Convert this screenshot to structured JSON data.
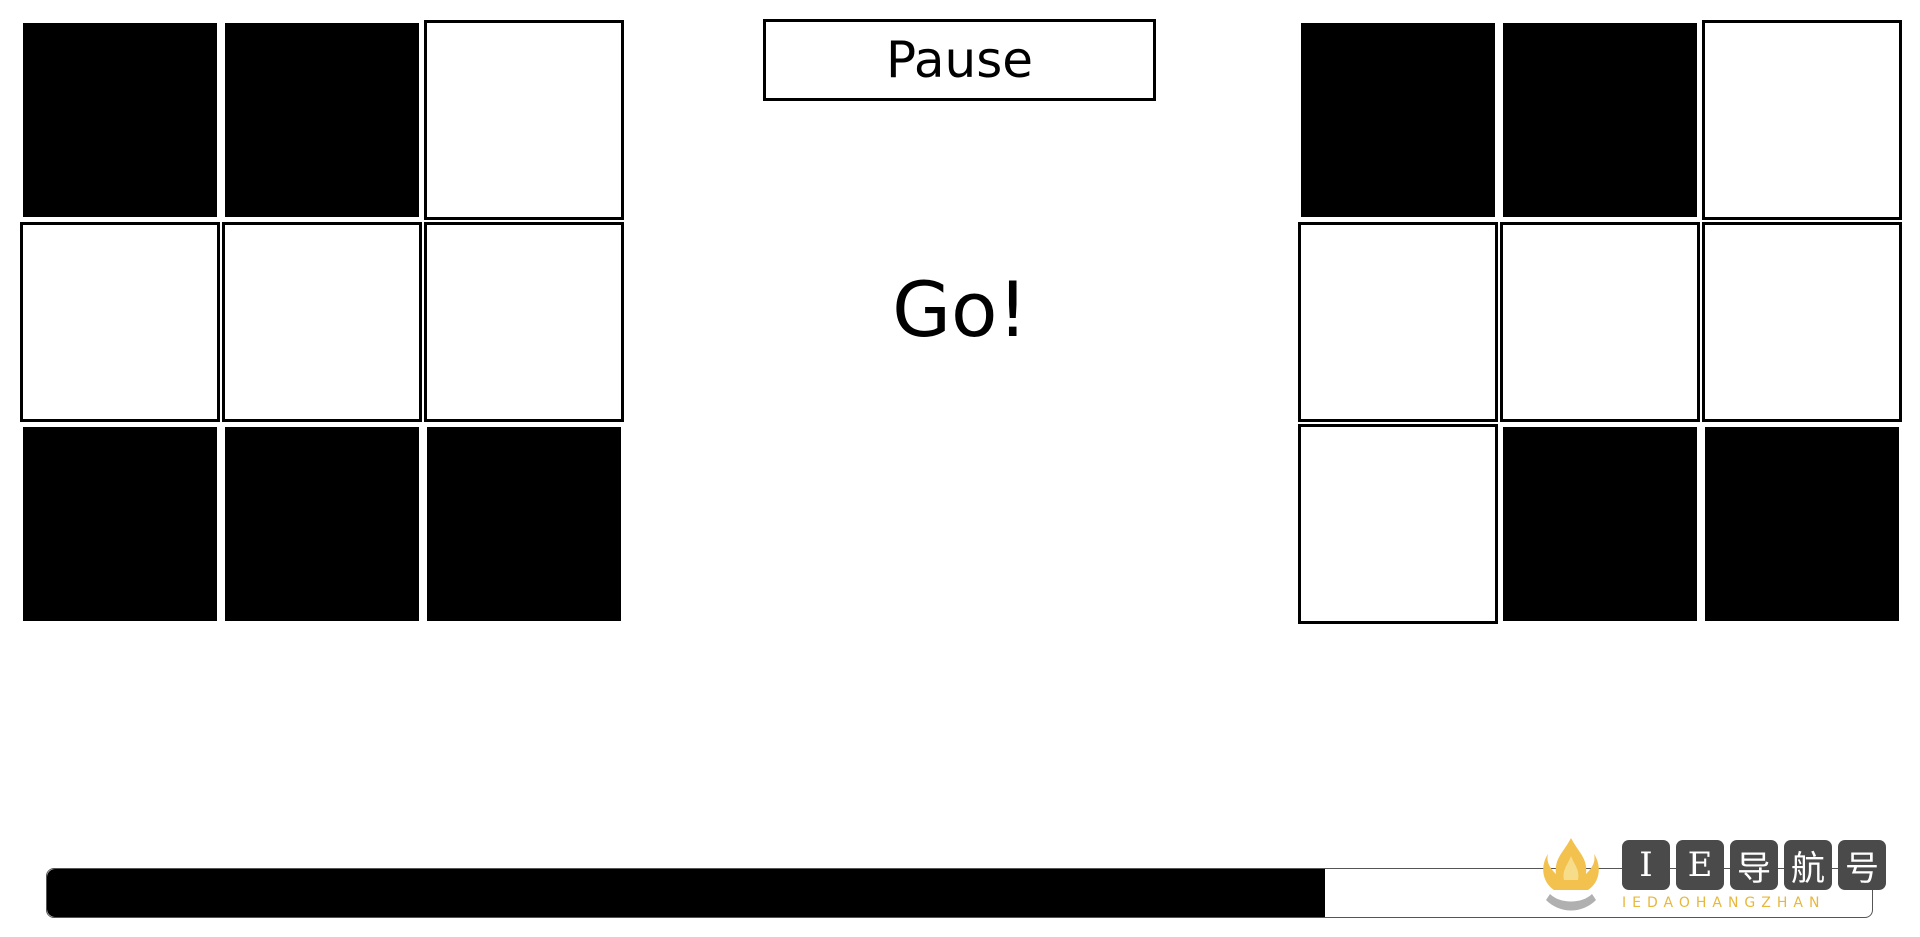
{
  "controls": {
    "pause_label": "Pause"
  },
  "status": {
    "text": "Go!"
  },
  "boards": {
    "left": {
      "cells": [
        [
          true,
          true,
          false
        ],
        [
          false,
          false,
          false
        ],
        [
          true,
          true,
          true
        ]
      ]
    },
    "right": {
      "cells": [
        [
          true,
          true,
          false
        ],
        [
          false,
          false,
          false
        ],
        [
          false,
          true,
          true
        ]
      ]
    }
  },
  "progress": {
    "fraction": 0.7
  },
  "watermark": {
    "badges": [
      "I",
      "E",
      "导",
      "航",
      "号"
    ],
    "subtitle": "IEDAOHANGZHAN"
  },
  "colors": {
    "filled": "#000000",
    "empty": "#ffffff",
    "watermark_accent": "#e7b83c"
  }
}
